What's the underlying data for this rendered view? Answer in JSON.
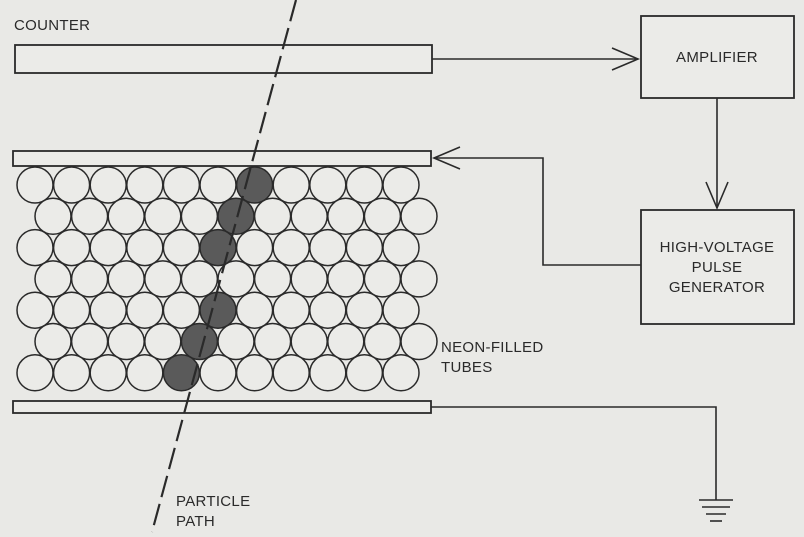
{
  "labels": {
    "counter": "COUNTER",
    "amplifier": "AMPLIFIER",
    "hv_line1": "HIGH-VOLTAGE",
    "hv_line2": "PULSE",
    "hv_line3": "GENERATOR",
    "neon_line1": "NEON-FILLED",
    "neon_line2": "TUBES",
    "particle_line1": "PARTICLE",
    "particle_line2": "PATH"
  },
  "tube_grid": {
    "rows": [
      {
        "count": 11,
        "lit": [
          6
        ]
      },
      {
        "count": 11,
        "lit": [
          5
        ]
      },
      {
        "count": 11,
        "lit": [
          5
        ]
      },
      {
        "count": 11,
        "lit": []
      },
      {
        "count": 11,
        "lit": [
          5
        ]
      },
      {
        "count": 11,
        "lit": [
          4
        ]
      },
      {
        "count": 11,
        "lit": [
          4
        ]
      }
    ]
  },
  "colors": {
    "background": "#e9e9e6",
    "ink": "#2a2a2a",
    "lit_tube": "#5a5a5a"
  }
}
